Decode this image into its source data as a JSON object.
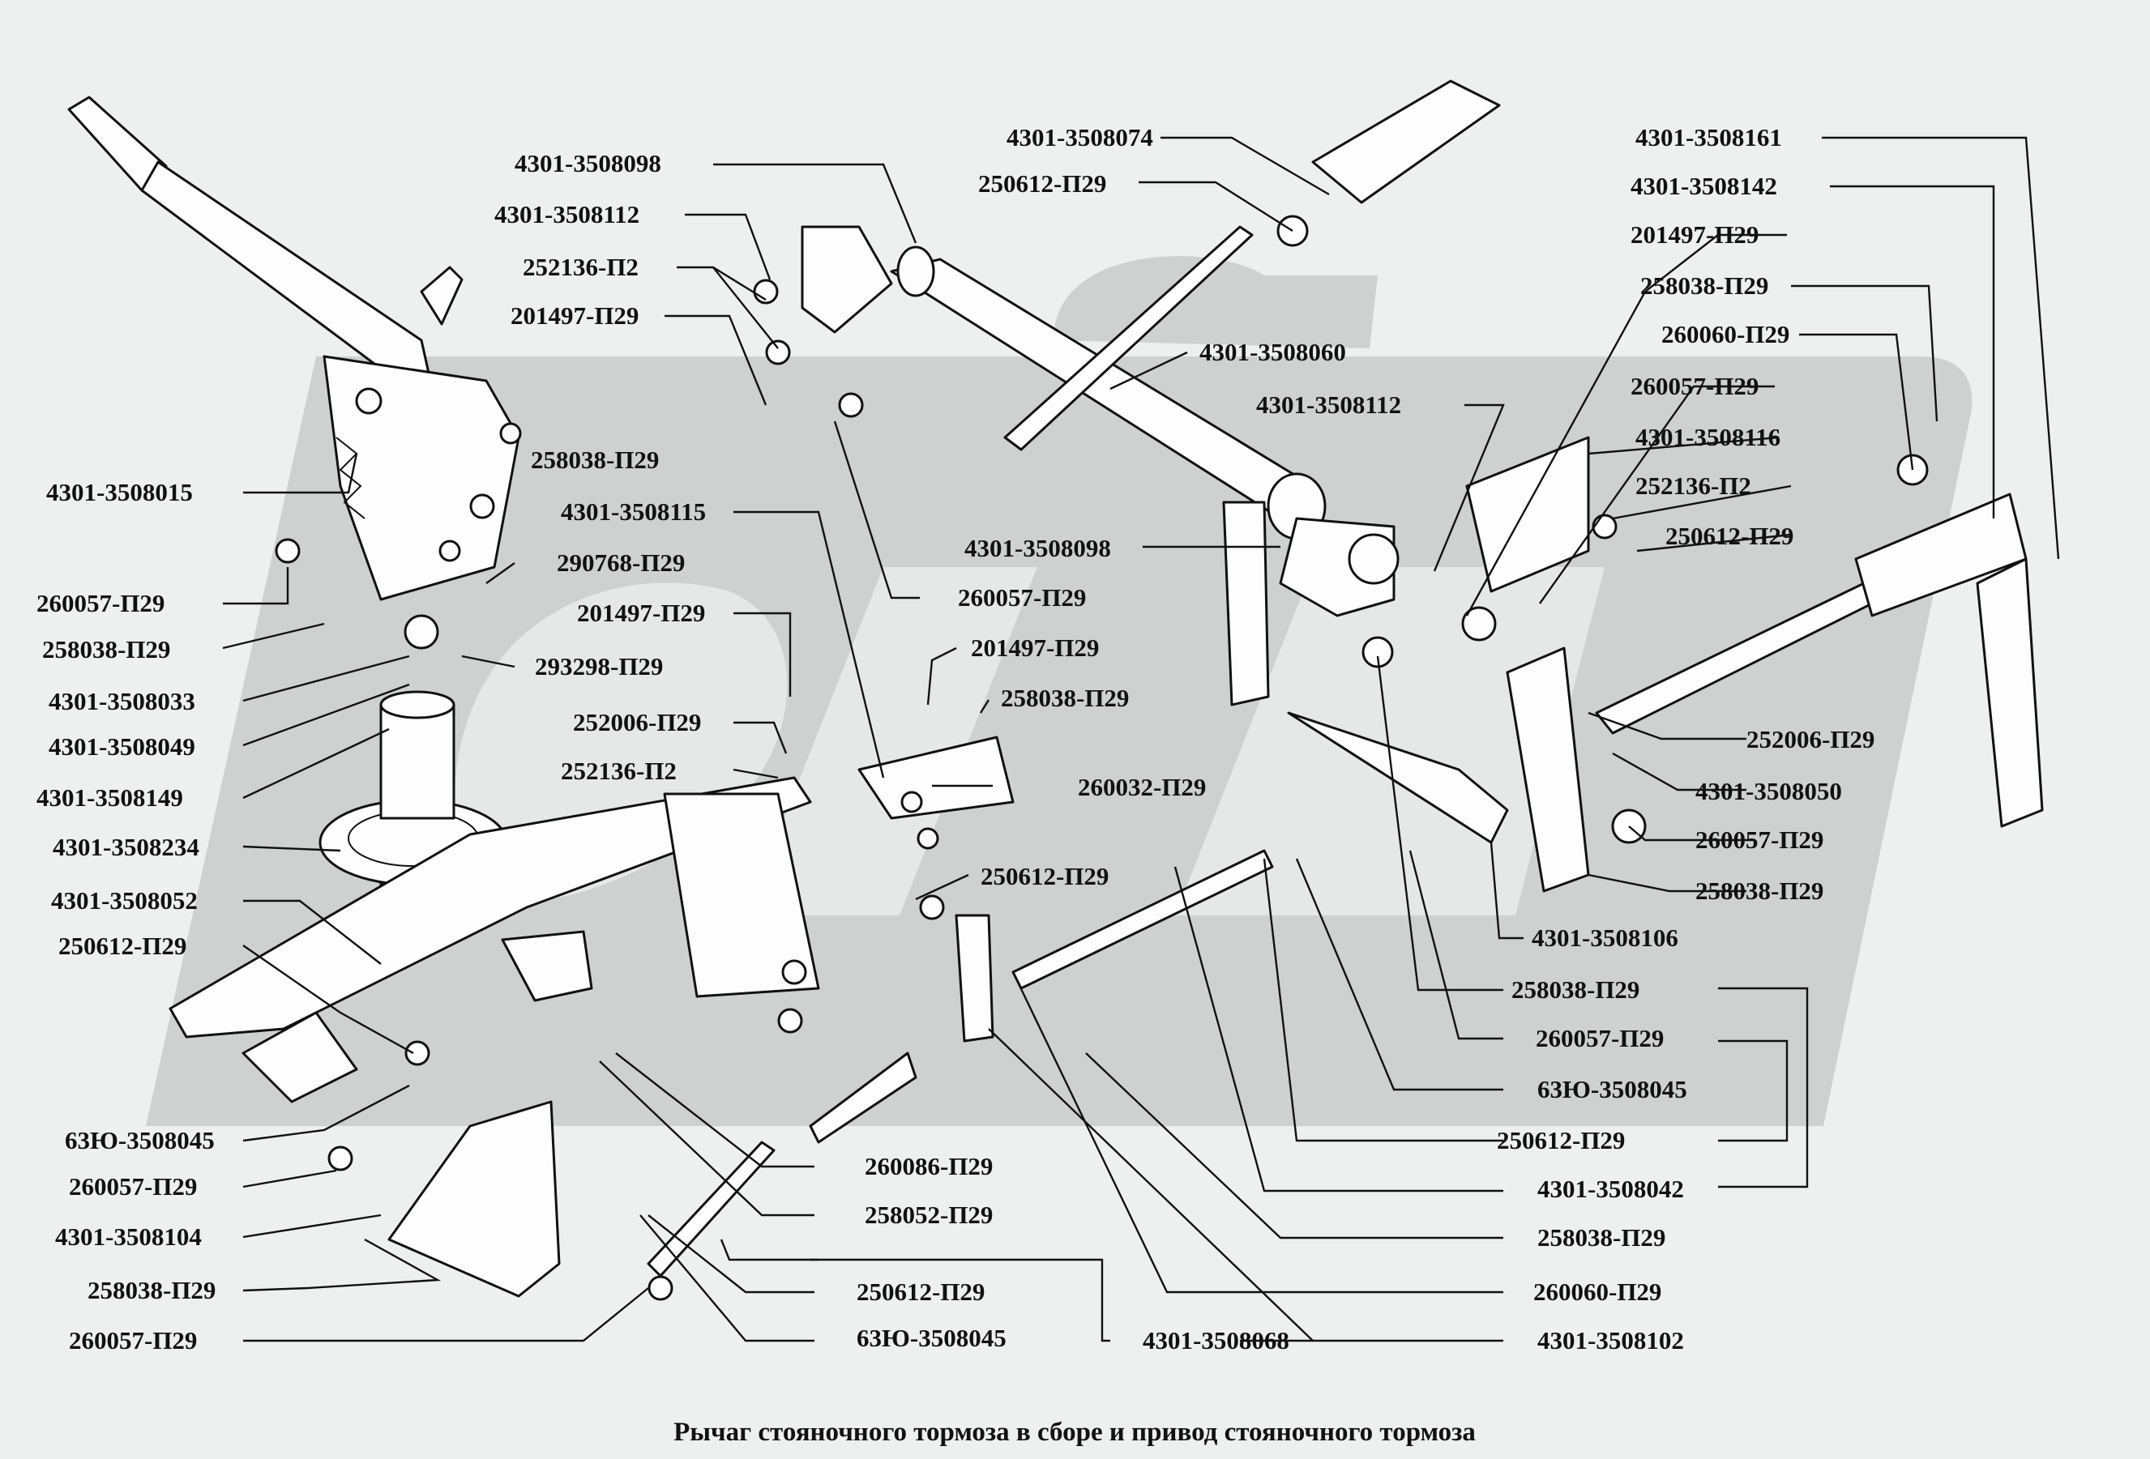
{
  "caption": "Рычаг стояночного тормоза в сборе и привод стояночного тормоза",
  "labels": [
    "4301-3508098",
    "4301-3508112",
    "252136-П2",
    "201497-П29",
    "4301-3508015",
    "258038-П29",
    "260057-П29",
    "258038-П29",
    "290768-П29",
    "4301-3508033",
    "293298-П29",
    "4301-3508049",
    "4301-3508149",
    "4301-3508234",
    "4301-3508052",
    "250612-П29",
    "63Ю-3508045",
    "260057-П29",
    "4301-3508104",
    "258038-П29",
    "260057-П29",
    "4301-3508115",
    "201497-П29",
    "252006-П29",
    "252136-П2",
    "201497-П29",
    "258038-П29",
    "260032-П29",
    "250612-П29",
    "260057-П29",
    "4301-3508074",
    "250612-П29",
    "4301-3508060",
    "4301-3508098",
    "4301-3508112",
    "260086-П29",
    "258052-П29",
    "250612-П29",
    "63Ю-3508045",
    "4301-3508068",
    "4301-3508161",
    "4301-3508142",
    "201497-П29",
    "258038-П29",
    "260060-П29",
    "260057-П29",
    "4301-3508116",
    "252136-П2",
    "250612-П29",
    "252006-П29",
    "4301-3508050",
    "260057-П29",
    "258038-П29",
    "4301-3508106",
    "258038-П29",
    "260057-П29",
    "63Ю-3508045",
    "250612-П29",
    "4301-3508042",
    "258038-П29",
    "260060-П29",
    "4301-3508102"
  ]
}
